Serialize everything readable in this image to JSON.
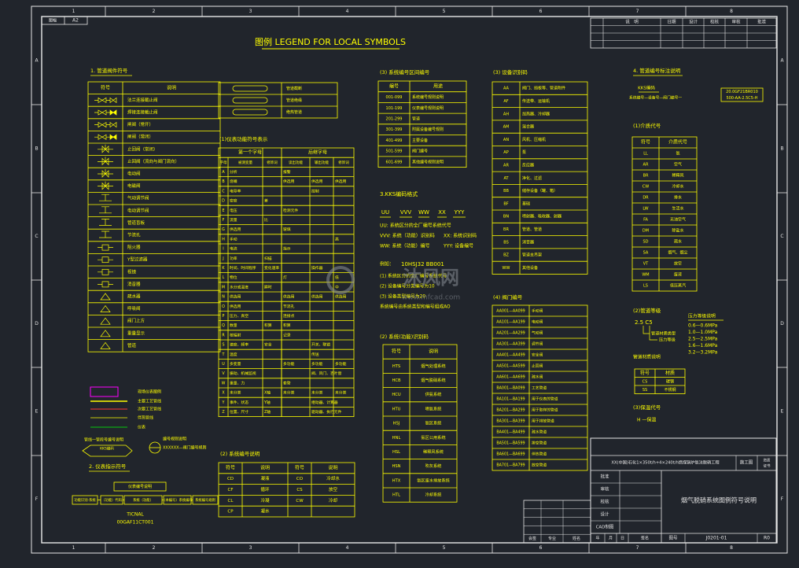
{
  "colors": {
    "background": "#21252c",
    "frame": "#e8e8e8",
    "table": "#ffff00",
    "text": "#ffff00",
    "title": "#ffff00",
    "magenta": "#ff00ff",
    "green": "#00ff00",
    "red": "#ff3333",
    "watermark": "#8a8f96"
  },
  "border": {
    "top_numbers": [
      "1",
      "2",
      "3",
      "4",
      "5",
      "6",
      "7",
      "8"
    ],
    "bottom_numbers": [
      "1",
      "2",
      "3",
      "4",
      "5",
      "6",
      "7",
      "8"
    ],
    "side_letters": [
      "A",
      "B",
      "C",
      "D",
      "E",
      "F"
    ]
  },
  "sheet": {
    "tag": "图幅",
    "size": "A2"
  },
  "revision_table": {
    "headers": [
      "说　明",
      "日期",
      "设计",
      "校核",
      "审核",
      "批准"
    ]
  },
  "title": "图例 LEGEND FOR LOCAL SYMBOLS",
  "s1": {
    "heading": "1. 管道阀件符号",
    "headers": [
      "符号",
      "说明"
    ],
    "rows": [
      "法兰连接截止阀",
      "焊接连接截止阀",
      "闸阀（常开）",
      "闸阀（常闭）",
      "止回阀（常闭）",
      "止回阀（流向与阀门流向）",
      "电动阀",
      "电磁阀",
      "气动调节阀",
      "电动调节阀",
      "管道盲板",
      "节流孔",
      "阻火器",
      "Y型过滤器",
      "视镜",
      "消音器",
      "疏水器",
      "呼吸阀",
      "阀门上方",
      "重量显示",
      "管道"
    ],
    "lines": [
      "现场仪表图例",
      "主要工艺管线",
      "次要工艺管线",
      "伴热管线",
      "仪表"
    ],
    "note_left": "管线一管段号编号说明",
    "note_right": "编号规则说明",
    "tag_small": "KKS编码",
    "tag_code": "XXXXXX—阀门编号规则"
  },
  "s2": {
    "heading": "2. 仪表指示符号",
    "top_box": "仪表编号说明",
    "boxes": [
      "功能识别-系统",
      "（功能）代码",
      "系统（功能）",
      "（本编号）系统编号",
      "系统编号规则"
    ],
    "example1": "TICNAL",
    "example2": "00GAF11CT001"
  },
  "pipe_symbols": {
    "rows": [
      "管道截断",
      "管道绝缘",
      "绝热管道"
    ]
  },
  "s3": {
    "heading": "(1)仪表功能符号表示",
    "group1": "第一个字母",
    "group2": "后继字母",
    "headers": [
      "字母",
      "被测变量",
      "修饰词",
      "读出功能",
      "输出功能",
      "修饰词"
    ],
    "rows": [
      {
        "L": "A",
        "c1": "分析",
        "c2": "",
        "c3": "报警",
        "c4": "",
        "c5": ""
      },
      {
        "L": "B",
        "c1": "烧嘴",
        "c2": "",
        "c3": "供选用",
        "c4": "供选用",
        "c5": "供选用"
      },
      {
        "L": "C",
        "c1": "电导率",
        "c2": "",
        "c3": "",
        "c4": "控制",
        "c5": ""
      },
      {
        "L": "D",
        "c1": "密度",
        "c2": "差",
        "c3": "",
        "c4": "",
        "c5": ""
      },
      {
        "L": "E",
        "c1": "电压",
        "c2": "",
        "c3": "检测元件",
        "c4": "",
        "c5": ""
      },
      {
        "L": "F",
        "c1": "流量",
        "c2": "比",
        "c3": "",
        "c4": "",
        "c5": ""
      },
      {
        "L": "G",
        "c1": "供选用",
        "c2": "",
        "c3": "玻璃",
        "c4": "",
        "c5": ""
      },
      {
        "L": "H",
        "c1": "手动",
        "c2": "",
        "c3": "",
        "c4": "",
        "c5": "高"
      },
      {
        "L": "I",
        "c1": "电流",
        "c2": "",
        "c3": "指示",
        "c4": "",
        "c5": ""
      },
      {
        "L": "J",
        "c1": "功率",
        "c2": "扫描",
        "c3": "",
        "c4": "",
        "c5": ""
      },
      {
        "L": "K",
        "c1": "时间、时间程序",
        "c2": "变化速率",
        "c3": "",
        "c4": "操作器",
        "c5": ""
      },
      {
        "L": "L",
        "c1": "物位",
        "c2": "",
        "c3": "灯",
        "c4": "",
        "c5": "低"
      },
      {
        "L": "M",
        "c1": "水分或湿度",
        "c2": "瞬时",
        "c3": "",
        "c4": "",
        "c5": "中"
      },
      {
        "L": "N",
        "c1": "供选用",
        "c2": "",
        "c3": "供选用",
        "c4": "供选用",
        "c5": "供选用"
      },
      {
        "L": "O",
        "c1": "供选用",
        "c2": "",
        "c3": "节流孔",
        "c4": "",
        "c5": ""
      },
      {
        "L": "P",
        "c1": "压力、真空",
        "c2": "",
        "c3": "连接点",
        "c4": "",
        "c5": ""
      },
      {
        "L": "Q",
        "c1": "数量",
        "c2": "积算",
        "c3": "积算",
        "c4": "",
        "c5": ""
      },
      {
        "L": "R",
        "c1": "核辐射",
        "c2": "",
        "c3": "记录",
        "c4": "",
        "c5": ""
      },
      {
        "L": "S",
        "c1": "速度、频率",
        "c2": "安全",
        "c3": "",
        "c4": "开关、联锁",
        "c5": ""
      },
      {
        "L": "T",
        "c1": "温度",
        "c2": "",
        "c3": "",
        "c4": "传送",
        "c5": ""
      },
      {
        "L": "U",
        "c1": "多变量",
        "c2": "",
        "c3": "多功能",
        "c4": "多功能",
        "c5": "多功能"
      },
      {
        "L": "V",
        "c1": "振动、机械监视",
        "c2": "",
        "c3": "",
        "c4": "阀、风门、百叶窗",
        "c5": ""
      },
      {
        "L": "W",
        "c1": "重量、力",
        "c2": "",
        "c3": "套管",
        "c4": "",
        "c5": ""
      },
      {
        "L": "X",
        "c1": "未分类",
        "c2": "X轴",
        "c3": "未分类",
        "c4": "未分类",
        "c5": "未分类"
      },
      {
        "L": "Y",
        "c1": "事件、状态",
        "c2": "Y轴",
        "c3": "",
        "c4": "继动器、计算器",
        "c5": ""
      },
      {
        "L": "Z",
        "c1": "位置、尺寸",
        "c2": "Z轴",
        "c3": "",
        "c4": "驱动器、执行元件",
        "c5": ""
      }
    ]
  },
  "s4": {
    "heading": "(2) 系统编号说明",
    "headers": [
      "符号",
      "说明",
      "符号",
      "说明"
    ],
    "rows": [
      [
        "CD",
        "凝液",
        "CO",
        "冷却水"
      ],
      [
        "CF",
        "循环",
        "CS",
        "放空"
      ],
      [
        "CL",
        "冷凝",
        "CW",
        "冷却"
      ],
      [
        "CP",
        "凝水",
        "",
        ""
      ]
    ]
  },
  "s5": {
    "heading": "(3) 系统编号区间编号",
    "headers": [
      "编号",
      "用途"
    ],
    "rows": [
      [
        "001-099",
        "系统编号规则说明"
      ],
      [
        "101-199",
        "仪表编号规则说明"
      ],
      [
        "201-299",
        "管道"
      ],
      [
        "301-399",
        "附属设备编号规则"
      ],
      [
        "401-499",
        "主要设备"
      ],
      [
        "501-599",
        "阀门编号"
      ],
      [
        "601-699",
        "其他编号规则说明"
      ]
    ]
  },
  "s6": {
    "heading": "3.KKS编码格式",
    "fields": [
      "UU",
      "VVV",
      "WW",
      "XX",
      "YYY"
    ],
    "desc1": "UU: 系统区分的全厂编号系统代号",
    "desc2": "VVV: 系统（功能）识别码",
    "desc3": "XX: 系统识别码",
    "desc4": "WW: 系统（功能）编号",
    "desc5": "YYY: 设备编号",
    "example_label": "例如：",
    "example": "10HSJ32  BB001",
    "notes": [
      "(1) 系统区分的全厂编号系统代号",
      "(2) 设备编号分类编号为10",
      "(3) 设备类型编号为20",
      "系统编号由系统类型和编号组成AO"
    ]
  },
  "s7": {
    "heading": "(2) 系统(功能)识别码",
    "headers": [
      "符号",
      "说明"
    ],
    "rows": [
      [
        "HTS",
        "烟气处理系统"
      ],
      [
        "HCB",
        "烟气脱硝系统"
      ],
      [
        "HCU",
        "供氨系统"
      ],
      [
        "HTU",
        "喷氨系统"
      ],
      [
        "HSJ",
        "氨区系统"
      ],
      [
        "HNL",
        "氨区公用系统"
      ],
      [
        "HSL",
        "稀释风系统"
      ],
      [
        "HSN",
        "吹灰系统"
      ],
      [
        "HTX",
        "氨区废水排放系统"
      ],
      [
        "HTL",
        "冷却系统"
      ]
    ]
  },
  "s8": {
    "heading": "(3) 设备识别码",
    "headers": [
      "符号",
      "说明"
    ],
    "rows": [
      [
        "AA",
        "阀门、挡板等、管道附件"
      ],
      [
        "AF",
        "传送带、运输机"
      ],
      [
        "AH",
        "加热器、冷却器"
      ],
      [
        "AM",
        "混合器"
      ],
      [
        "AN",
        "风机、压缩机"
      ],
      [
        "AP",
        "泵"
      ],
      [
        "AR",
        "反应器"
      ],
      [
        "AT",
        "净化、过滤"
      ],
      [
        "BB",
        "储存设备（罐、箱）"
      ],
      [
        "BF",
        "基础"
      ],
      [
        "BN",
        "喷射器、吸收器、射器"
      ],
      [
        "BR",
        "管道、管道"
      ],
      [
        "BS",
        "消音器"
      ],
      [
        "BZ",
        "管道支吊架"
      ],
      [
        "WW",
        "其他设备"
      ]
    ]
  },
  "s9": {
    "heading": "(4) 阀门编号",
    "rows": [
      [
        "AA001—AA099",
        "手动阀"
      ],
      [
        "AA101—AA199",
        "电动阀"
      ],
      [
        "AA201—AA299",
        "气动阀"
      ],
      [
        "AA301—AA399",
        "调节阀"
      ],
      [
        "AA401—AA499",
        "安全阀"
      ],
      [
        "AA501—AA599",
        "止回阀"
      ],
      [
        "AA601—AA699",
        "疏水阀"
      ],
      [
        "BA001—BA099",
        "工艺管道"
      ],
      [
        "BA101—BA199",
        "用于仪表的管道"
      ],
      [
        "BA201—BA299",
        "用于取样的管道"
      ],
      [
        "BA301—BA399",
        "用于排放管道"
      ],
      [
        "BA401—BA499",
        "疏水管道"
      ],
      [
        "BA501—BA599",
        "排空管道"
      ],
      [
        "BA601—BA699",
        "伴热管道"
      ],
      [
        "BA701—BA799",
        "放空管道"
      ]
    ]
  },
  "s10": {
    "heading": "4. 管道编号标注说明",
    "kks_label": "KKS编码",
    "kks_note": "系统编号—设备号—阀门编号一",
    "box1": "20.0GF21BR010",
    "box2": "500-AA-2.5C5-H",
    "sub1": "(1)介质代号",
    "headers": [
      "符号",
      "介质代号"
    ],
    "rows": [
      [
        "LL",
        "氨"
      ],
      [
        "AR",
        "空气"
      ],
      [
        "BR",
        "稀释风"
      ],
      [
        "CW",
        "冷却水"
      ],
      [
        "DR",
        "排水"
      ],
      [
        "LW",
        "生活水"
      ],
      [
        "FA",
        "无油空气"
      ],
      [
        "DM",
        "除盐水"
      ],
      [
        "SD",
        "疏水"
      ],
      [
        "SA",
        "烟气、烟尘"
      ],
      [
        "VT",
        "放空"
      ],
      [
        "WM",
        "废液"
      ],
      [
        "LS",
        "低压蒸汽"
      ]
    ],
    "sub2": "(2)管道等级",
    "grade_code": "2.5 C5",
    "grade_line1": "管道材质类型",
    "grade_line2": "压力等级",
    "pressure_title": "压力等级说明",
    "pressures": [
      "0.6—0.6MPa",
      "1.0—1.0MPa",
      "2.5—2.5MPa",
      "1.6—1.6MPa",
      "3.2—3.2MPa"
    ],
    "mat_title": "管道材质说明",
    "mat_headers": [
      "符号",
      "材质"
    ],
    "mats": [
      [
        "CS",
        "碳钢"
      ],
      [
        "SS",
        "不锈钢"
      ]
    ],
    "sub3": "(3)保温代号",
    "insul": "H —保温"
  },
  "title_block": {
    "project": "XX(中国)石化1×350t/h+4×240t/h燃煤锅炉氨法脱硝工程",
    "stage": "施工图",
    "stage2": "资质\n证书",
    "drawing_title": "烟气脱硝系统图例符号说明",
    "roles": [
      "批准",
      "审核",
      "校核",
      "设计",
      "CAD制图"
    ],
    "date_cols": [
      "年",
      "月",
      "日",
      "签名"
    ],
    "drawing_no_label": "图号",
    "drawing_no": "J0201-01",
    "rev": "R0",
    "small_headers": [
      "会签",
      "专业",
      "姓名"
    ]
  },
  "watermark": "沐风网",
  "watermark_url": "www.mfcad.com"
}
